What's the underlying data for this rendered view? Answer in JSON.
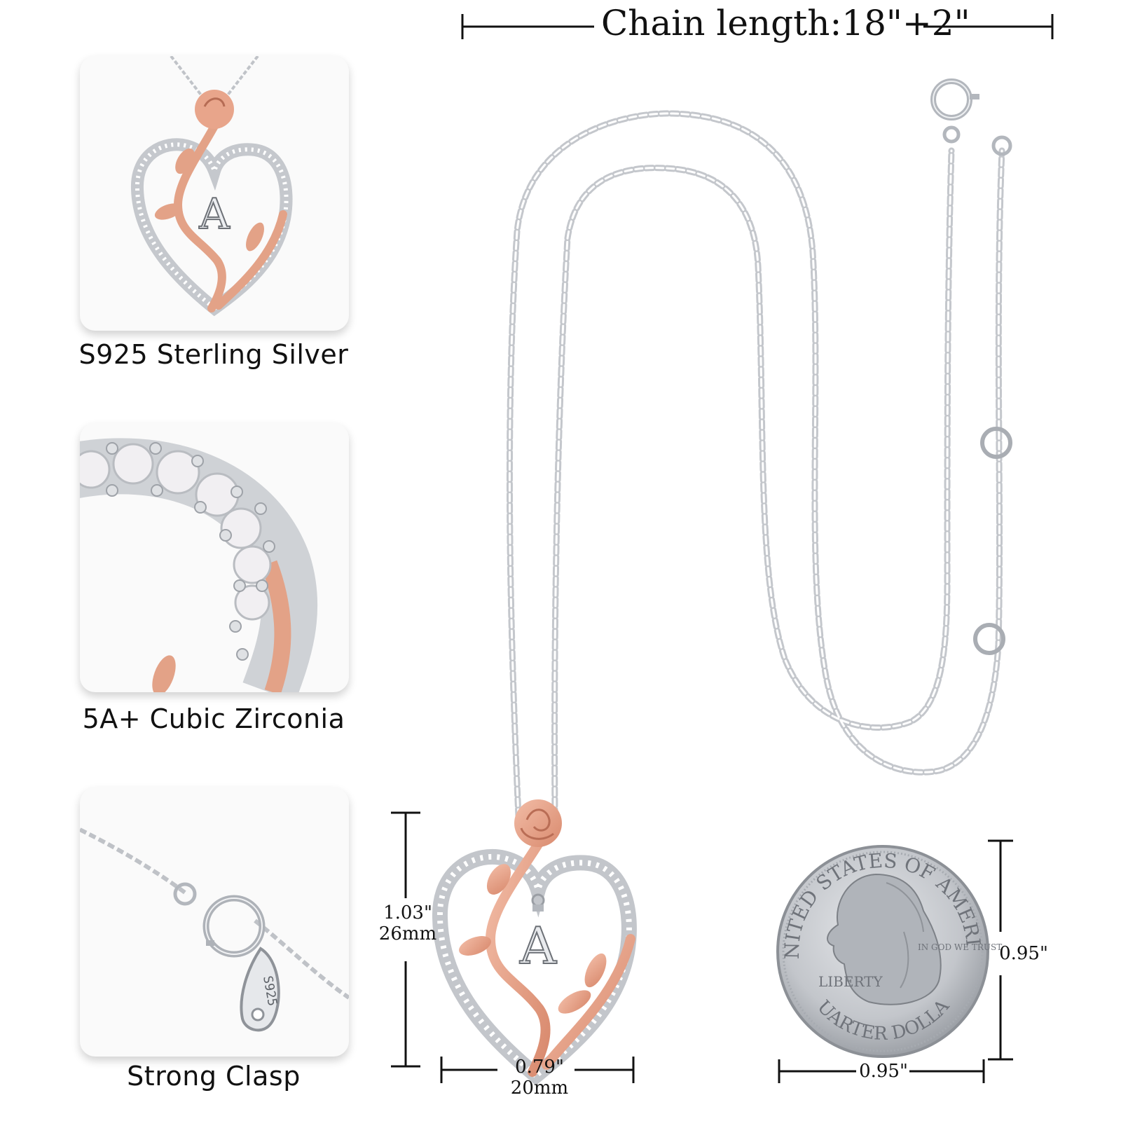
{
  "header": {
    "chain_length_label": "Chain length:18\"+2\""
  },
  "features": [
    {
      "caption": "S925 Sterling Silver"
    },
    {
      "caption": "5A+ Cubic Zirconia"
    },
    {
      "caption": "Strong Clasp"
    }
  ],
  "pendant": {
    "initial": "A",
    "height_in": "1.03\"",
    "height_mm": "26mm",
    "width_in": "0.79\"",
    "width_mm": "20mm"
  },
  "clasp_stamp": "S925",
  "coin": {
    "top_text": "UNITED STATES OF AMERICA",
    "bottom_text": "QUARTER DOLLAR",
    "liberty": "LIBERTY",
    "motto": "IN GOD WE TRUST",
    "height": "0.95\"",
    "width": "0.95\""
  },
  "colors": {
    "rose_gold": "#e8a38a",
    "silver": "#c9ccd1",
    "text": "#111111"
  }
}
